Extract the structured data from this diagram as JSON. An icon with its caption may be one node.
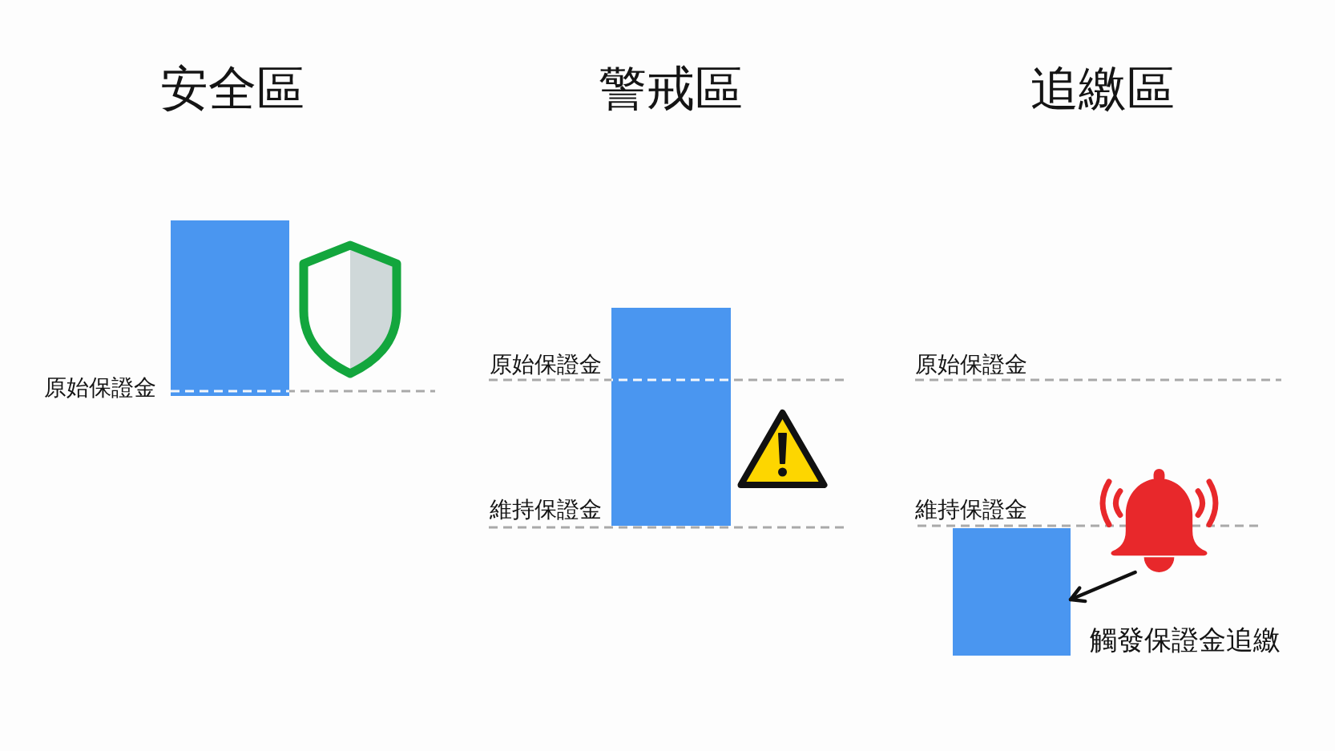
{
  "diagram": {
    "nodes": [
      {
        "text": [],
        "shape": "bar"
      },
      {
        "text": [],
        "shape": "bar"
      },
      {
        "text": [],
        "shape": "bar"
      },
      {
        "text": [],
        "shape": "picture"
      }
    ],
    "edges": [
      {
        "from": 3,
        "to": 2,
        "arrow": "to"
      }
    ],
    "labels": [
      "安全區",
      "警戒區",
      "追繳區",
      "原始保證金",
      "原始保證金",
      "維持保證金",
      "原始保證金",
      "維持保證金",
      "觸發保證金追繳"
    ]
  }
}
